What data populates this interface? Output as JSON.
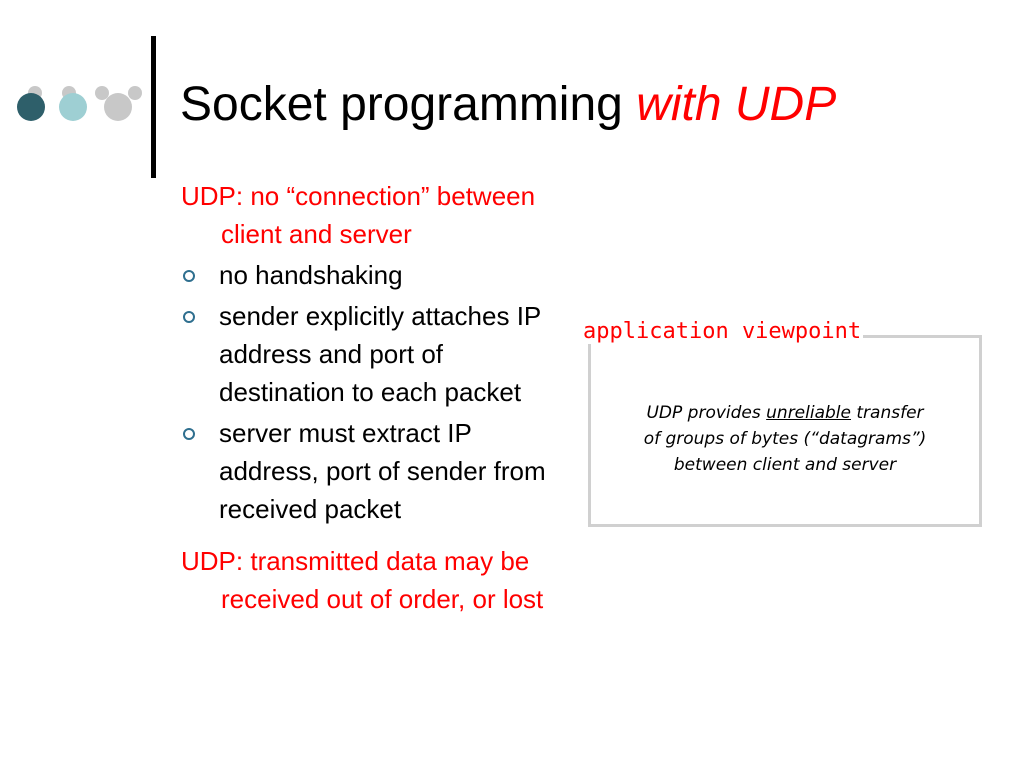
{
  "slide": {
    "title_main": "Socket programming ",
    "title_accent": "with UDP",
    "para1": "UDP: no “connection” between client and server",
    "bullets": [
      "no handshaking",
      "sender explicitly attaches IP address and port of destination to each packet",
      "server must extract IP address, port of sender from received packet"
    ],
    "para2": "UDP: transmitted data may be received out of order, or lost",
    "caption": "application viewpoint",
    "box": {
      "l1_pre": "UDP provides ",
      "l1_u": "unreliable",
      "l1_post": " transfer",
      "l2": "of groups of bytes (“datagrams”)",
      "l3": "between client and server"
    }
  },
  "colors": {
    "accent": "#ff0000",
    "dot_dark": "#2e5f6a",
    "dot_mid": "#9ecfd3",
    "dot_light": "#c8c8c8",
    "bullet": "#2f6f8f",
    "box_border": "#d0d0d0"
  }
}
